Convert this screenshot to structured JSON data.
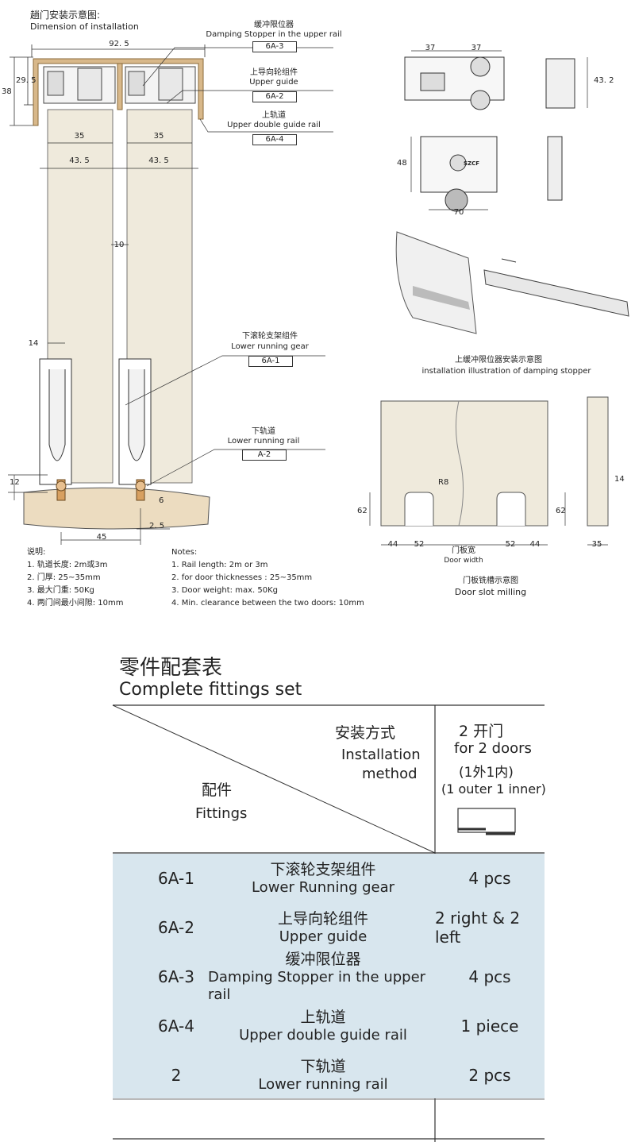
{
  "installation": {
    "title_zh": "趟门安装示意图:",
    "title_en": "Dimension of installation",
    "dims": {
      "width_total": "92. 5",
      "height_outer": "38",
      "height_inner": "29. 5",
      "door_width_a": "35",
      "door_width_b": "35",
      "rail_offset_a": "43. 5",
      "rail_offset_b": "43. 5",
      "gap": "10",
      "gear_width": "14",
      "bottom_12": "12",
      "bottom_6": "6",
      "bottom_45": "45",
      "bottom_25": "2. 5"
    },
    "callouts": [
      {
        "zh": "缓冲限位器",
        "en": "Damping Stopper in the upper rail",
        "code": "6A-3"
      },
      {
        "zh": "上导向轮组件",
        "en": "Upper guide",
        "code": "6A-2"
      },
      {
        "zh": "上轨道",
        "en": "Upper double guide rail",
        "code": "6A-4"
      },
      {
        "zh": "下滚轮支架组件",
        "en": "Lower running gear",
        "code": "6A-1"
      },
      {
        "zh": "下轨道",
        "en": "Lower running rail",
        "code": "A-2"
      }
    ]
  },
  "notes_zh": {
    "title": "说明:",
    "items": [
      "1. 轨道长度: 2m或3m",
      "2. 门厚: 25~35mm",
      "3. 最大门重: 50Kg",
      "4. 两门间最小间隙: 10mm"
    ]
  },
  "notes_en": {
    "title": "Notes:",
    "items": [
      "1. Rail length:  2m or 3m",
      "2. for door thicknesses : 25~35mm",
      "3. Door weight: max. 50Kg",
      "4. Min. clearance between the two doors: 10mm"
    ]
  },
  "top_view": {
    "dim_a": "37",
    "dim_b": "37",
    "dim_h": "43. 2"
  },
  "plate_view": {
    "dim_h": "48",
    "dim_w": "70",
    "brand": "SZCF"
  },
  "stopper_illustration": {
    "caption_zh": "上缓冲限位器安装示意图",
    "caption_en": "installation illustration of damping stopper"
  },
  "door_slot": {
    "r8": "R8",
    "dim_62_left": "62",
    "dim_62_right": "62",
    "dim_44_left": "44",
    "dim_52_left": "52",
    "dim_52_right": "52",
    "dim_44_right": "44",
    "door_width_zh": "门板宽",
    "door_width_en": "Door width",
    "side_14": "14",
    "side_35": "35",
    "caption_zh": "门板铣槽示意图",
    "caption_en": "Door slot milling"
  },
  "fittings_table": {
    "title_zh": "零件配套表",
    "title_en": "Complete fittings set",
    "header": {
      "method_zh": "安装方式",
      "method_en_1": "Installation",
      "method_en_2": "method",
      "fittings_zh": "配件",
      "fittings_en": "Fittings",
      "col_line1": "2  开门",
      "col_line2": "for 2 doors",
      "col_line3": "(1外1内)",
      "col_line4": "(1 outer 1 inner)"
    },
    "rows": [
      {
        "code": "6A-1",
        "zh": "下滚轮支架组件",
        "en": "Lower Running gear",
        "qty": "4 pcs"
      },
      {
        "code": "6A-2",
        "zh": "上导向轮组件",
        "en": "Upper guide",
        "qty": "2 right & 2 left"
      },
      {
        "code": "6A-3",
        "zh": "缓冲限位器",
        "en": "Damping Stopper in the upper rail",
        "qty": "4 pcs"
      },
      {
        "code": "6A-4",
        "zh": "上轨道",
        "en": "Upper double guide rail",
        "qty": "1 piece"
      },
      {
        "code": "2",
        "zh": "下轨道",
        "en": "Lower running rail",
        "qty": "2 pcs"
      }
    ]
  },
  "colors": {
    "door": "#efeadc",
    "rail": "#d8b88a",
    "floor": "#ecdcc0",
    "row_shade": "#d8e6ee",
    "line": "#333333"
  }
}
